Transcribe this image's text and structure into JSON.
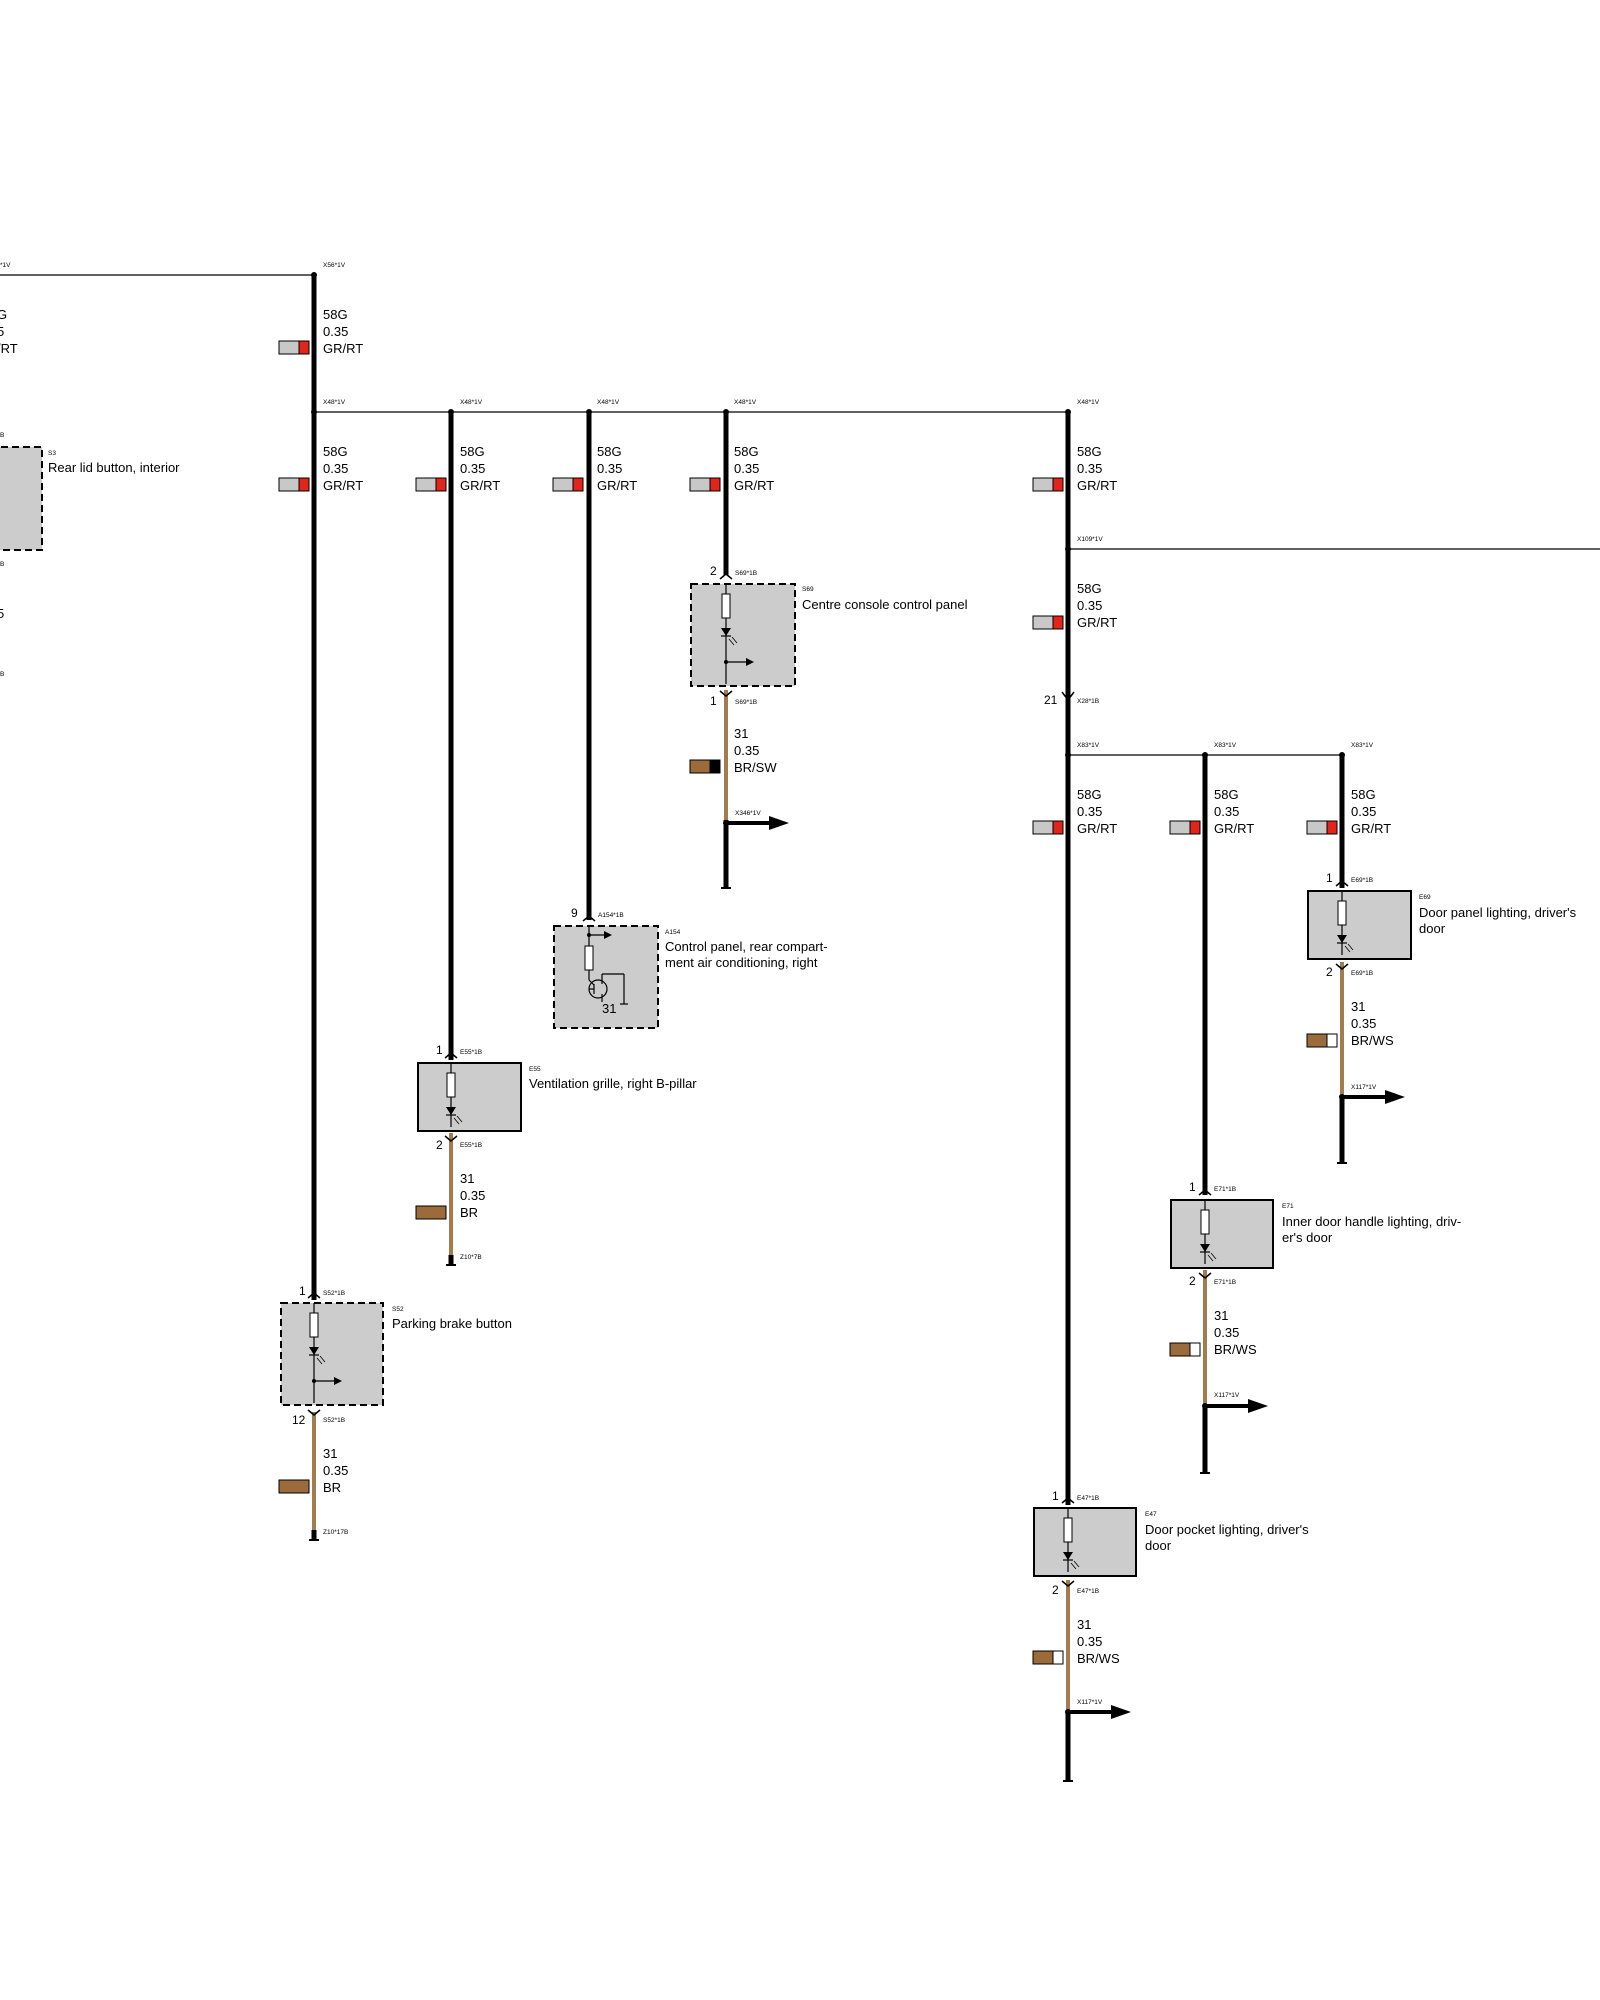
{
  "colors": {
    "wire_black": "#000000",
    "wire_brown": "#a37c4e",
    "box_fill": "#cccccc",
    "swatch_grey": "#c8c8c8",
    "swatch_red": "#e1251b",
    "swatch_brown": "#9c6b3c",
    "swatch_white": "#ffffff"
  },
  "connectors": {
    "x56": "X56*1V",
    "x48": "X48*1V",
    "x109": "X109*1V",
    "x28": "X28*1B",
    "x83": "X83*1V",
    "x346": "X346*1V",
    "x117": "X117*1V",
    "z10_7b": "Z10*7B",
    "z10_17b": "Z10*17B",
    "partial_top": "*1V"
  },
  "wires": {
    "w58g": {
      "signal": "58G",
      "size": "0.35",
      "color": "GR/RT"
    },
    "w31_br": {
      "signal": "31",
      "size": "0.35",
      "color": "BR"
    },
    "w31_brsw": {
      "signal": "31",
      "size": "0.35",
      "color": "BR/SW"
    },
    "w31_brws": {
      "signal": "31",
      "size": "0.35",
      "color": "BR/WS"
    },
    "partial": {
      "signal": "G",
      "size": "5",
      "color": "/RT",
      "bottom_size": "5"
    }
  },
  "pins": {
    "p1": "1",
    "p2": "2",
    "p9": "9",
    "p12": "12",
    "p21": "21",
    "p31": "31"
  },
  "components": {
    "s3": {
      "id": "S3",
      "name": "Rear lid button, interior",
      "pin_top": "B",
      "pin_bottom": "B",
      "pin_extra": "B"
    },
    "s69": {
      "id": "S69",
      "name": "Centre console control panel",
      "pin_top": "S69*1B",
      "pin_bottom": "S69*1B"
    },
    "a154": {
      "id": "A154",
      "name_line1": "Control panel, rear compart-",
      "name_line2": "ment air conditioning, right",
      "pin_top": "A154*1B"
    },
    "e55": {
      "id": "E55",
      "name": "Ventilation grille, right B-pillar",
      "pin_top": "E55*1B",
      "pin_bottom": "E55*1B"
    },
    "s52": {
      "id": "S52",
      "name": "Parking brake button",
      "pin_top": "S52*1B",
      "pin_bottom": "S52*1B"
    },
    "e69": {
      "id": "E69",
      "name_line1": "Door panel lighting, driver's",
      "name_line2": "door",
      "pin_top": "E69*1B",
      "pin_bottom": "E69*1B"
    },
    "e71": {
      "id": "E71",
      "name_line1": "Inner door handle lighting, driv-",
      "name_line2": "er's door",
      "pin_top": "E71*1B",
      "pin_bottom": "E71*1B"
    },
    "e47": {
      "id": "E47",
      "name_line1": "Door pocket lighting, driver's",
      "name_line2": "door",
      "pin_top": "E47*1B",
      "pin_bottom": "E47*1B"
    }
  }
}
